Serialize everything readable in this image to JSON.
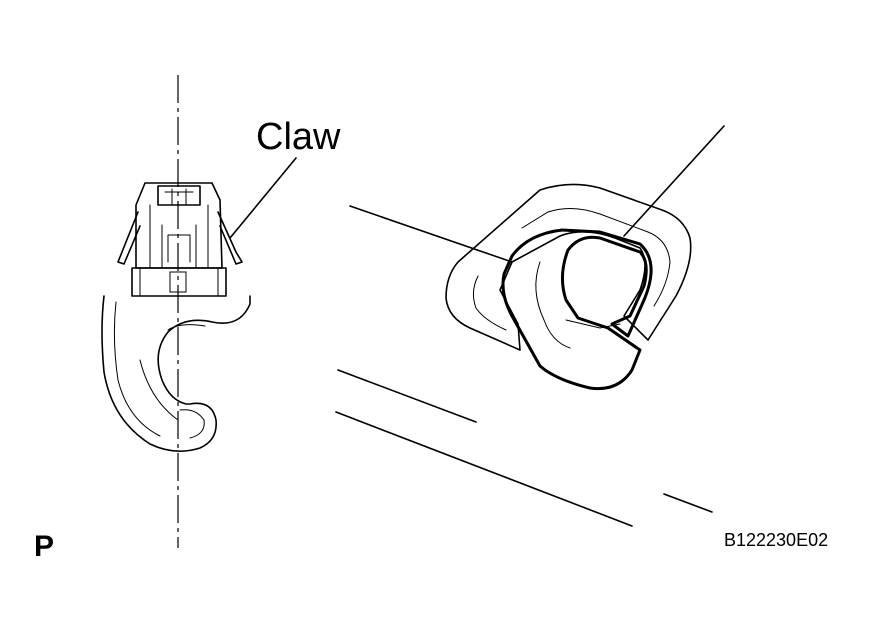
{
  "diagram": {
    "callout_label": "Claw",
    "view_letter": "P",
    "figure_code": "B122230E02"
  }
}
